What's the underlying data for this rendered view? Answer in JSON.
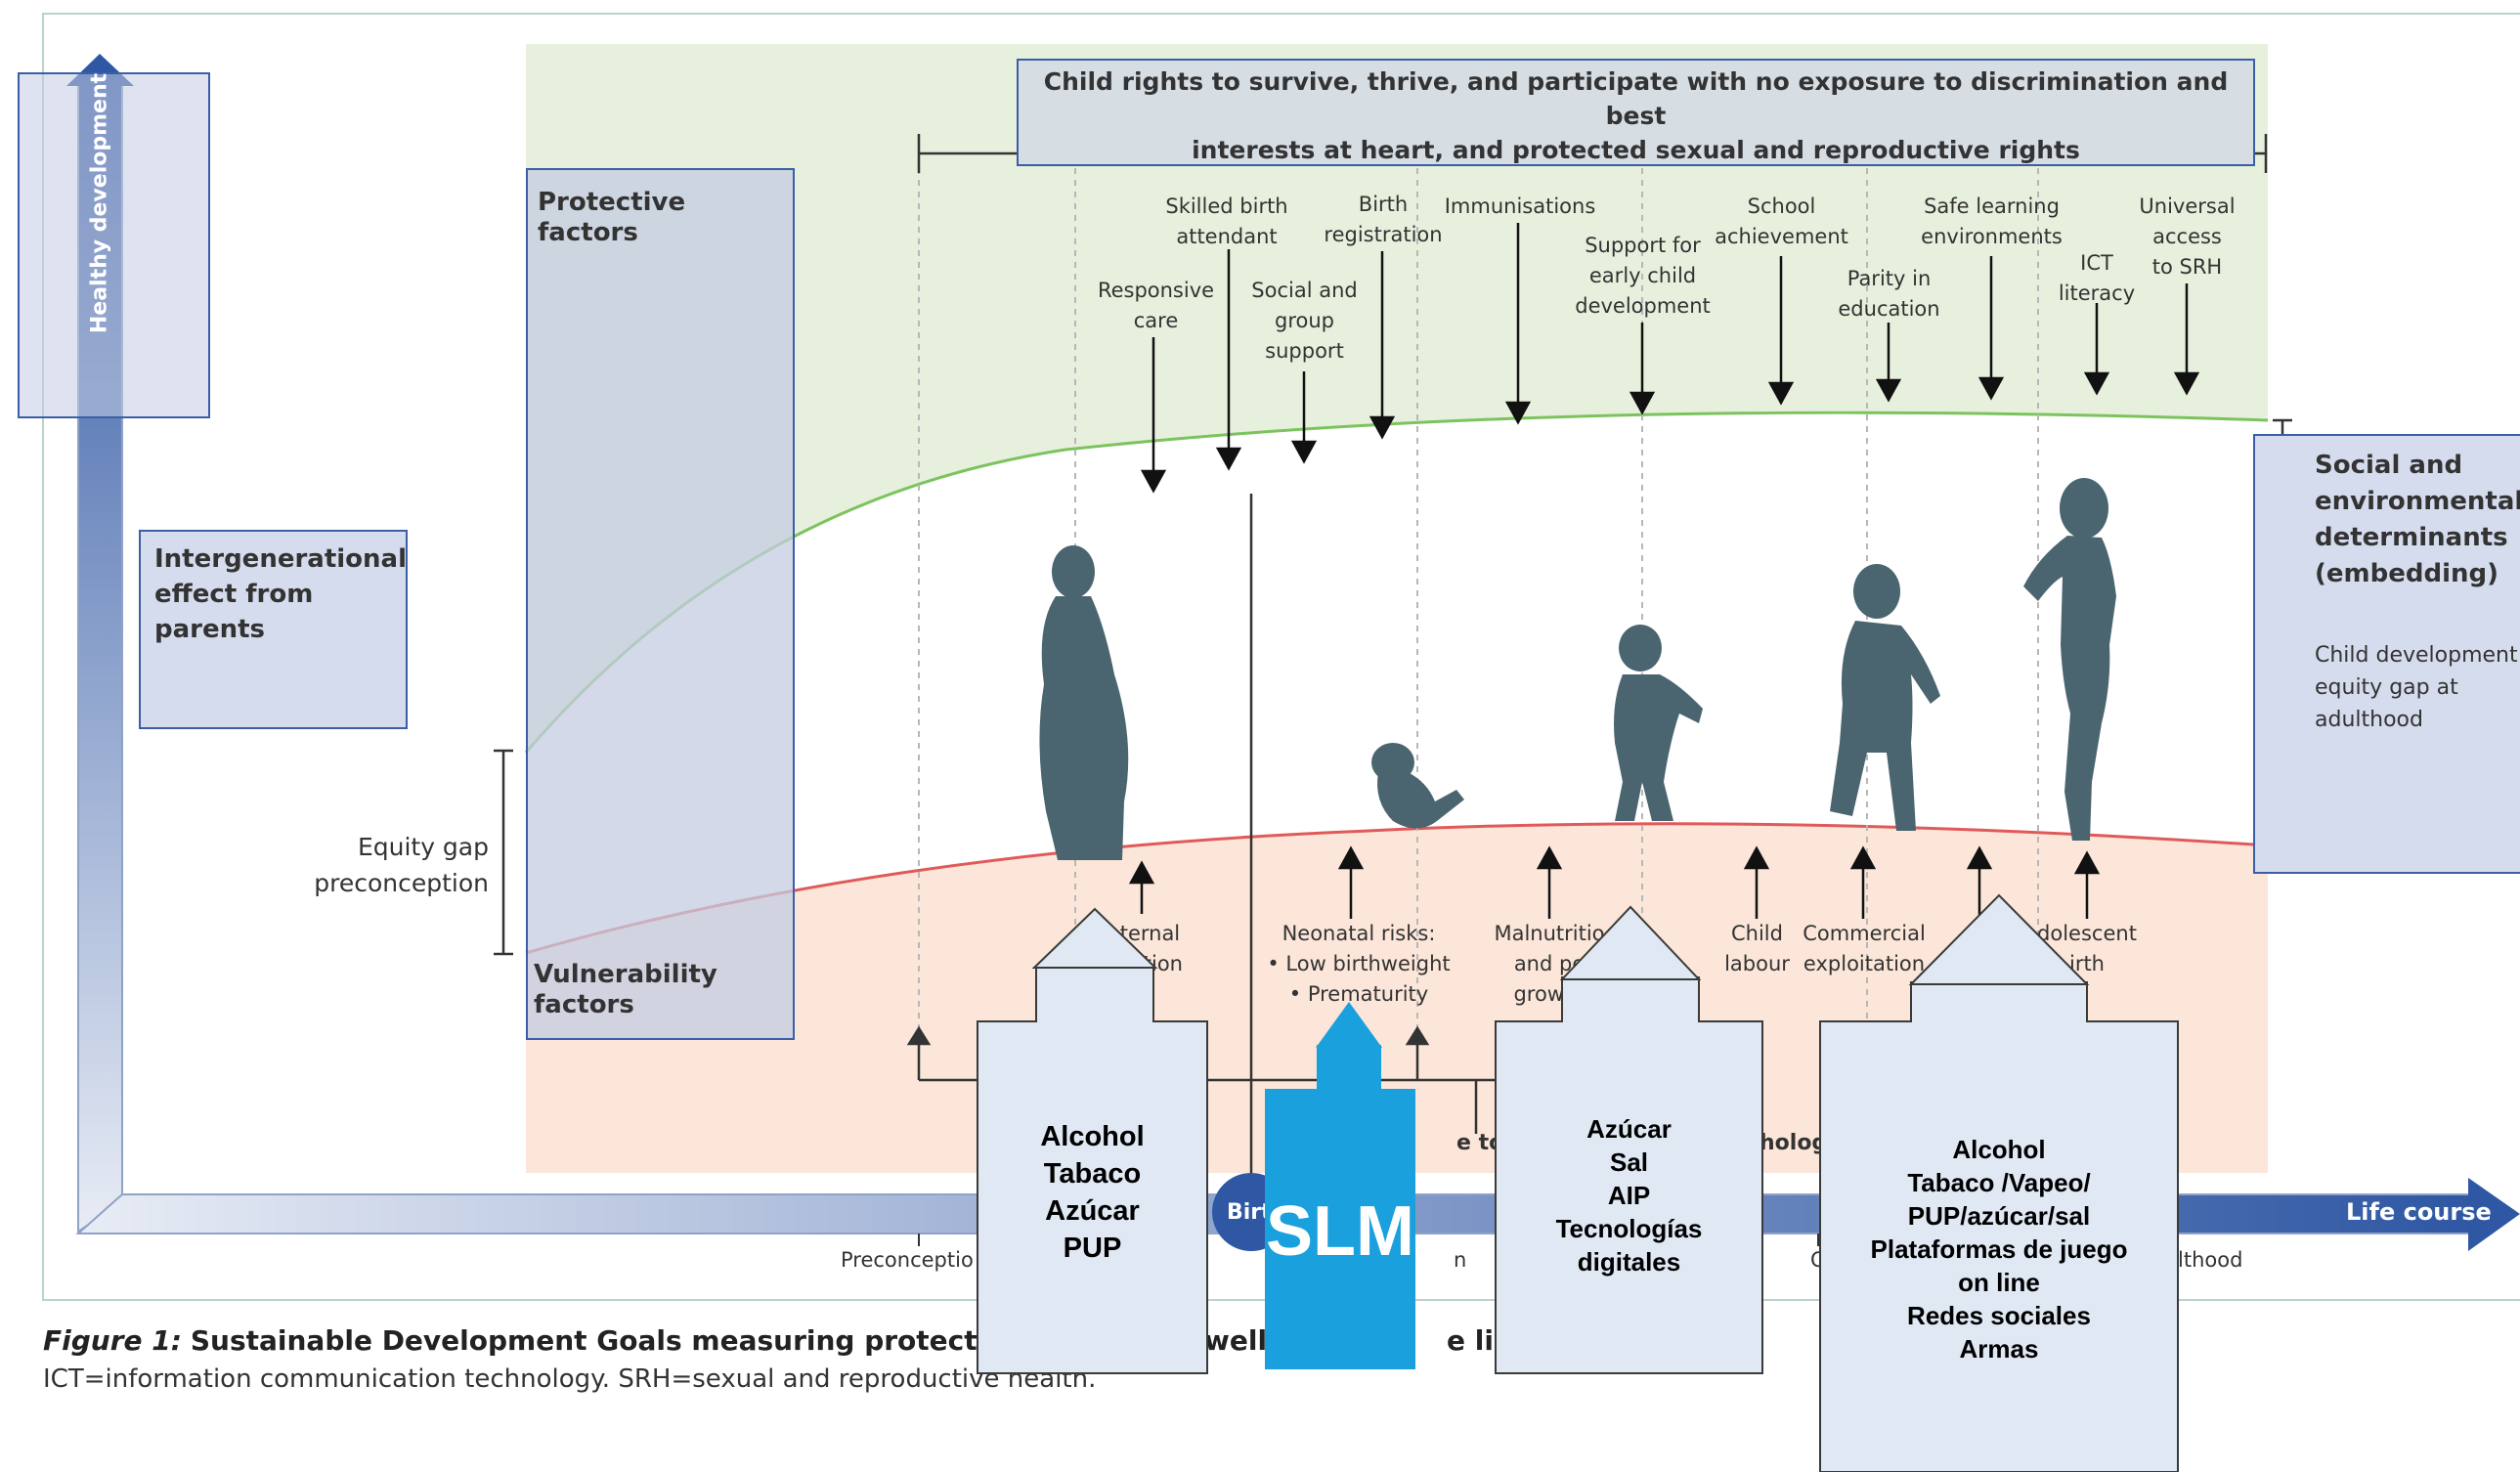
{
  "colors": {
    "green_band": "#e7f0dd",
    "orange_band": "#fbe6d9",
    "box_fill": "#d5dcee",
    "axis_blue": "#3a5ea8",
    "silhouette": "#4b6570",
    "overlay_fill": "#dfe8f3",
    "slm_fill": "#1aa0dc",
    "green_curve": "#7cc35e",
    "red_curve": "#e05a5a"
  },
  "axes": {
    "y_label": "Healthy development",
    "x_label": "Life course",
    "birth_marker": "Birt",
    "x_ticks": [
      "Preconceptio",
      "n",
      "C",
      "lthood"
    ]
  },
  "header": {
    "rights_text": "Child rights to survive, thrive, and participate with no exposure to discrimination and best\ninterests at heart, and protected sexual and reproductive rights"
  },
  "side_labels": {
    "protective": "Protective factors",
    "vulnerability": "Vulnerability factors",
    "intergenerational": "Intergenerational\neffect from\nparents",
    "equity_gap": "Equity gap\npreconception",
    "determinants_title": "Social and\nenvironmental\ndeterminants\n(embedding)",
    "determinants_body": "Child development\nequity gap at\nadulthood"
  },
  "protective_factors": [
    {
      "label": "Skilled birth\nattendant"
    },
    {
      "label": "Birth\nregistration"
    },
    {
      "label": "Immunisations"
    },
    {
      "label": "School\nachievement"
    },
    {
      "label": "Safe learning\nenvironments"
    },
    {
      "label": "Universal\naccess\nto SRH"
    },
    {
      "label": "Support for\nearly child\ndevelopment"
    },
    {
      "label": "ICT\nliteracy"
    },
    {
      "label": "Parity in\neducation"
    },
    {
      "label": "Responsive\ncare"
    },
    {
      "label": "Social and\ngroup\nsupport"
    }
  ],
  "vulnerability_factors": [
    {
      "label": "aternal\nrivation"
    },
    {
      "label": "Neonatal risks:\n• Low birthweight\n• Prematurity"
    },
    {
      "label": "Malnutritio\nand po\ngrowth"
    },
    {
      "label": "Child\nlabour"
    },
    {
      "label": "Commercial\nexploitation"
    },
    {
      "label": "dolescent\nirth"
    }
  ],
  "hidden_partial": {
    "to_text": "e to",
    "holog_text": "holog"
  },
  "caption": {
    "figure_label": "Figure 1:",
    "title_start": "Sustainable Development Goals measuring protective and risk",
    "title_mid": "wellb",
    "title_end": "e li",
    "note": "ICT=information communication technology. SRH=sexual and reproductive health."
  },
  "overlays": {
    "box1": "Alcohol\nTabaco\nAzúcar\nPUP",
    "slm": "SLM",
    "box3": "Azúcar\nSal\nAIP\nTecnologías\ndigitales",
    "box4": "Alcohol\nTabaco /Vapeo/\nPUP/azúcar/sal\nPlataformas de juego\non line\nRedes sociales\nArmas"
  }
}
